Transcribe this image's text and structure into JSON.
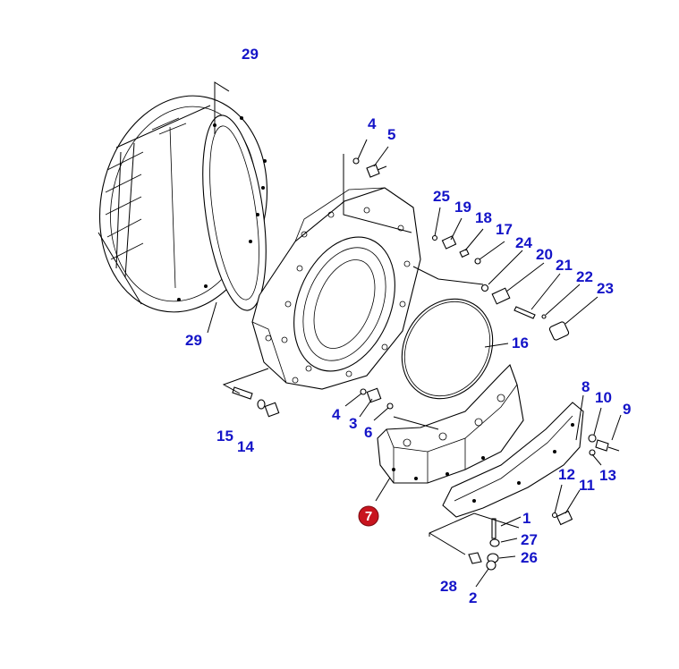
{
  "colors": {
    "callout": "#1414c8",
    "highlight": "#c8141e",
    "line": "#000000"
  },
  "callouts": {
    "c29a": "29",
    "c29b": "29",
    "c4a": "4",
    "c5": "5",
    "c25": "25",
    "c19": "19",
    "c18": "18",
    "c17": "17",
    "c24": "24",
    "c20": "20",
    "c21": "21",
    "c22": "22",
    "c23": "23",
    "c16": "16",
    "c4b": "4",
    "c3": "3",
    "c6": "6",
    "c15": "15",
    "c14": "14",
    "c8": "8",
    "c10": "10",
    "c9": "9",
    "c13": "13",
    "c12": "12",
    "c11": "11",
    "c1": "1",
    "c27": "27",
    "c26": "26",
    "c28": "28",
    "c2": "2"
  },
  "highlight_label": "7"
}
